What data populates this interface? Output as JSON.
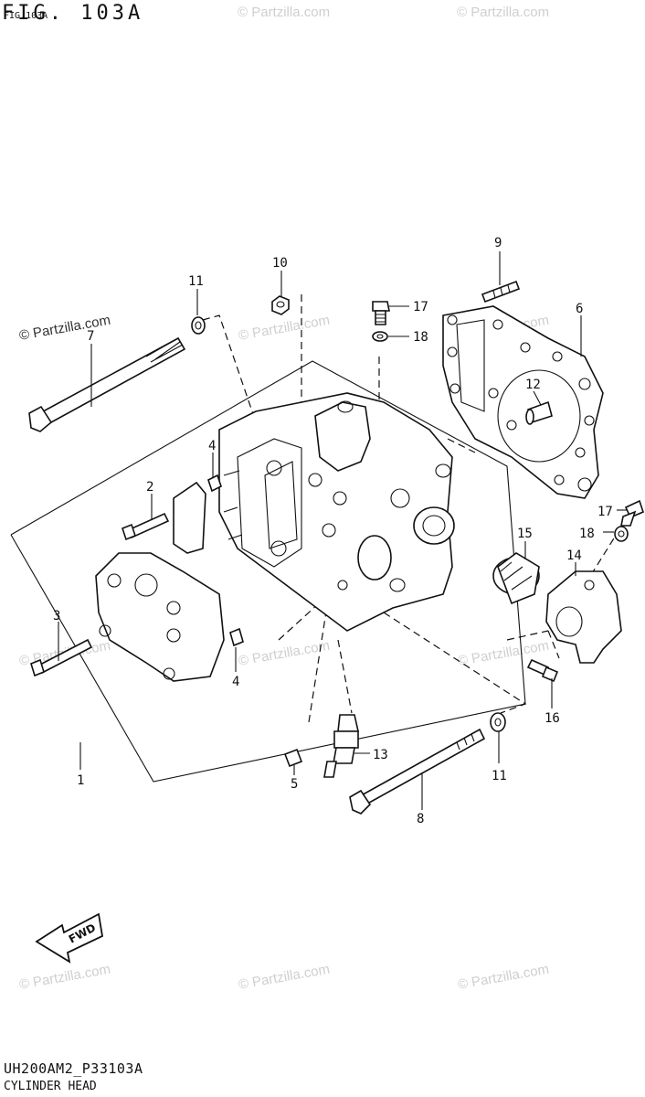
{
  "figure": {
    "title": "FIG. 103A",
    "subtitle": "FIG.103A"
  },
  "footer": {
    "code": "UH200AM2_P33103A",
    "name": "CYLINDER HEAD"
  },
  "watermark": {
    "text": "© Partzilla.com"
  },
  "fwd_label": "FWD",
  "callouts": [
    {
      "id": "c1",
      "number": "1"
    },
    {
      "id": "c2",
      "number": "2"
    },
    {
      "id": "c3",
      "number": "3"
    },
    {
      "id": "c4a",
      "number": "4"
    },
    {
      "id": "c4b",
      "number": "4"
    },
    {
      "id": "c5",
      "number": "5"
    },
    {
      "id": "c6",
      "number": "6"
    },
    {
      "id": "c7",
      "number": "7"
    },
    {
      "id": "c8",
      "number": "8"
    },
    {
      "id": "c9",
      "number": "9"
    },
    {
      "id": "c10",
      "number": "10"
    },
    {
      "id": "c11a",
      "number": "11"
    },
    {
      "id": "c11b",
      "number": "11"
    },
    {
      "id": "c12",
      "number": "12"
    },
    {
      "id": "c13",
      "number": "13"
    },
    {
      "id": "c14",
      "number": "14"
    },
    {
      "id": "c15",
      "number": "15"
    },
    {
      "id": "c16",
      "number": "16"
    },
    {
      "id": "c17a",
      "number": "17"
    },
    {
      "id": "c17b",
      "number": "17"
    },
    {
      "id": "c18a",
      "number": "18"
    },
    {
      "id": "c18b",
      "number": "18"
    }
  ]
}
